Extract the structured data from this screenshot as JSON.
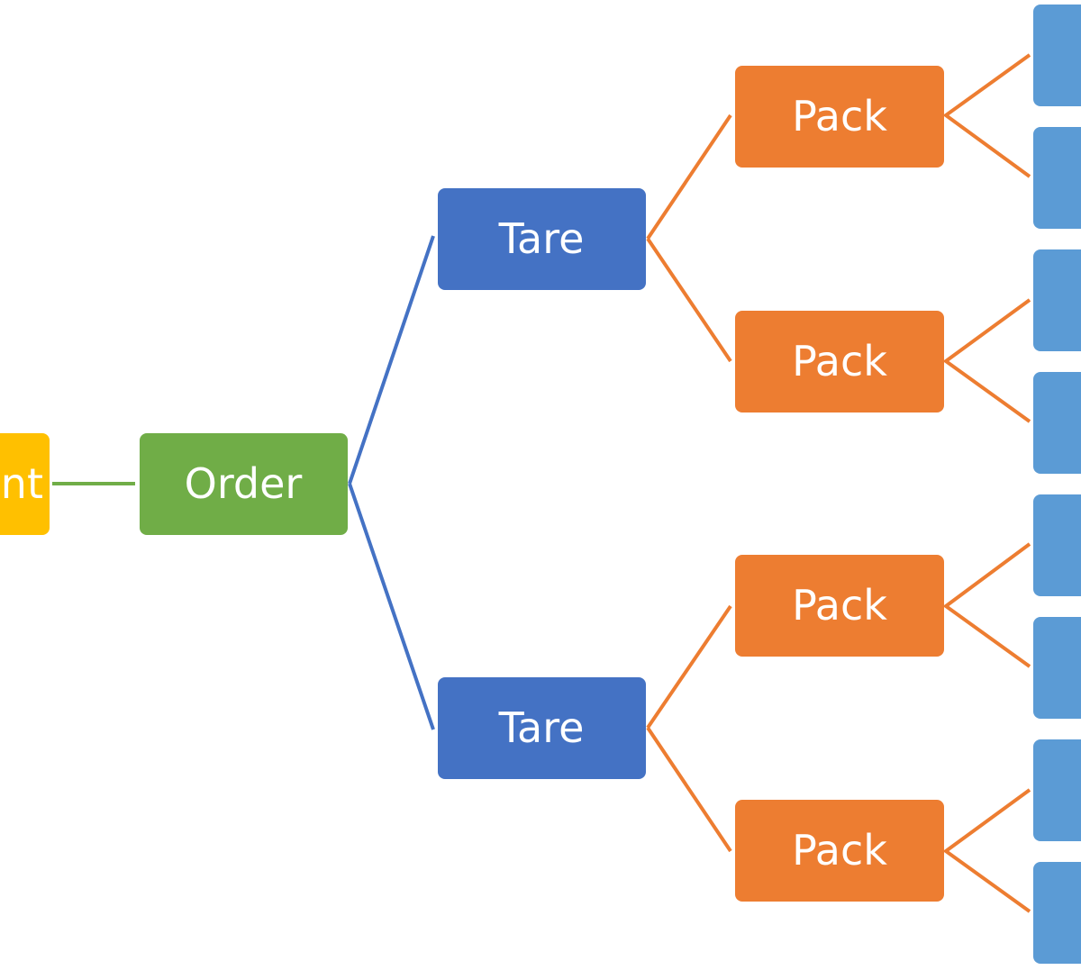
{
  "colors": {
    "client": "#FFC000",
    "order": "#70AD47",
    "tare": "#4472C4",
    "pack": "#ED7D31",
    "item": "#5B9BD5",
    "background": "#FFFFFF"
  },
  "nodes": {
    "client": {
      "label": "nt"
    },
    "order": {
      "label": "Order"
    },
    "tares": [
      {
        "label": "Tare"
      },
      {
        "label": "Tare"
      }
    ],
    "packs": [
      {
        "label": "Pack"
      },
      {
        "label": "Pack"
      },
      {
        "label": "Pack"
      },
      {
        "label": "Pack"
      }
    ],
    "items": [
      {
        "label": ""
      },
      {
        "label": ""
      },
      {
        "label": ""
      },
      {
        "label": ""
      },
      {
        "label": ""
      },
      {
        "label": ""
      },
      {
        "label": ""
      },
      {
        "label": ""
      }
    ]
  }
}
